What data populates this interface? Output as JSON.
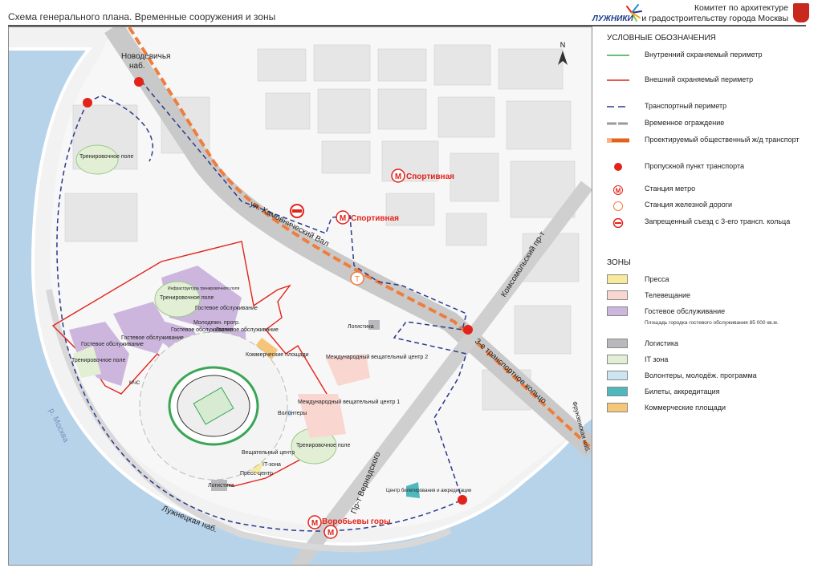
{
  "header": {
    "title": "Схема генерального плана. Временные сооружения и зоны",
    "logo_text": "ЛУЖНИКИ",
    "committee_line1": "Комитет по архитектуре",
    "committee_line2": "и градостроительству города Москвы"
  },
  "map": {
    "north": "N",
    "labels": {
      "novodevichya": "Новодевичья",
      "nab": "наб.",
      "khamovnichesky": "ул. Хамовнический Вал",
      "sportivnaya1": "Спортивная",
      "sportivnaya2": "Спортивная",
      "komsomolsky": "Комсомольский пр-т",
      "ttk": "3-е транспортное кольцо",
      "frunzenskaya": "Фрунзенская наб.",
      "vernadskogo": "Пр-т Вернадского",
      "vorobyovy": "Воробьевы горы",
      "luzhnetskaya": "Лужнецкая наб.",
      "river": "р. Москва",
      "training_field": "Тренировочное поле",
      "infra": "Инфраструктура тренировочного поля",
      "guest": "Гостевое обслуживание",
      "youth": "Молодежн. прогр.",
      "commercial": "Коммерческие площади",
      "logistics": "Логистика",
      "ibc1": "Международный вещательный центр 1",
      "ibc2": "Международный вещательный центр 2",
      "volunteers": "Волонтеры",
      "broadcast": "Вещательный центр",
      "it_zone": "IT-зона",
      "press": "Пресс-центр",
      "mchs": "МЧС",
      "tickets": "Центр билетирования и аккредитации",
      "metro_letter": "М",
      "rail_letter": "Т"
    }
  },
  "legend": {
    "title": "УСЛОВНЫЕ ОБОЗНАЧЕНИЯ",
    "items": [
      {
        "label": "Внутренний охраняемый периметр"
      },
      {
        "label": "Внешний охраняемый периметр"
      },
      {
        "label": "Транспортный периметр"
      },
      {
        "label": "Временное ограждение"
      },
      {
        "label": "Проектируемый общественный ж/д транспорт"
      },
      {
        "label": "Пропускной пункт транспорта"
      },
      {
        "label": "Станция метро"
      },
      {
        "label": "Станция железной дороги"
      },
      {
        "label": "Запрещенный съезд с 3-его трансп. кольца"
      }
    ],
    "zones_title": "ЗОНЫ",
    "zones": [
      {
        "label": "Пресса",
        "color": "#f7ea9a"
      },
      {
        "label": "Телевещание",
        "color": "#f9d6cf"
      },
      {
        "label": "Гостевое обслуживание",
        "color": "#cdb6de"
      },
      {
        "label": "Логистика",
        "color": "#b9b9bd"
      },
      {
        "label": "IT зона",
        "color": "#e2efd4"
      },
      {
        "label": "Волонтеры, молодёж. программа",
        "color": "#cde4f3"
      },
      {
        "label": "Билеты, аккредитация",
        "color": "#4fb8bd"
      },
      {
        "label": "Коммерческие площади",
        "color": "#f5c67a"
      }
    ],
    "guest_note": "Площадь городка гостевого обслуживания 85 000 кв.м."
  },
  "colors": {
    "red": "#e2231a",
    "green": "#3aa655",
    "blue": "#2b3a8c",
    "orange": "#ef7d3c",
    "water": "#b7d3ea"
  }
}
